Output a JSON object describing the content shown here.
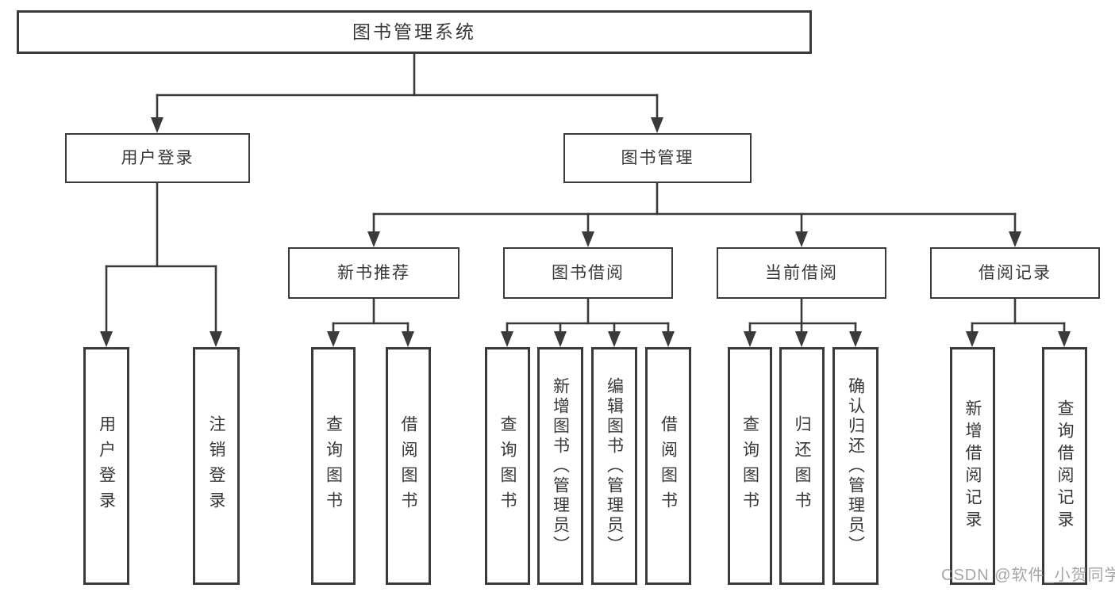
{
  "diagram": {
    "title": "图书管理系统",
    "branches": [
      {
        "label": "用户登录",
        "children": [
          {
            "label": "用户登录"
          },
          {
            "label": "注销登录"
          }
        ]
      },
      {
        "label": "图书管理",
        "children": [
          {
            "label": "新书推荐",
            "children": [
              {
                "label": "查询图书"
              },
              {
                "label": "借阅图书"
              }
            ]
          },
          {
            "label": "图书借阅",
            "children": [
              {
                "label": "查询图书"
              },
              {
                "label": "新增图书（管理员）"
              },
              {
                "label": "编辑图书（管理员）"
              },
              {
                "label": "借阅图书"
              }
            ]
          },
          {
            "label": "当前借阅",
            "children": [
              {
                "label": "查询图书"
              },
              {
                "label": "归还图书"
              },
              {
                "label": "确认归还（管理员）"
              }
            ]
          },
          {
            "label": "借阅记录",
            "children": [
              {
                "label": "新增借阅记录"
              },
              {
                "label": "查询借阅记录"
              }
            ]
          }
        ]
      }
    ]
  },
  "watermark": {
    "text": "CSDN @软件_小贺同学"
  },
  "colors": {
    "line": "#3a3a3a",
    "border": "#3a3a3a",
    "text": "#383838",
    "watermark_gray": "#989898",
    "background": "#ffffff"
  }
}
